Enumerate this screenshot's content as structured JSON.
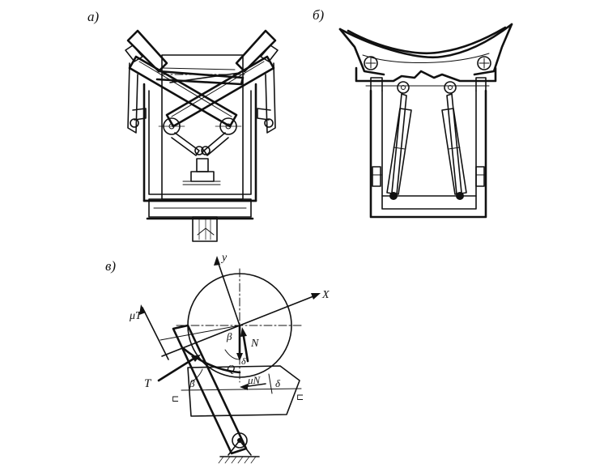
{
  "panels": {
    "a": {
      "label": "а)"
    },
    "b": {
      "label": "б)"
    },
    "c": {
      "label": "в)"
    }
  },
  "force_labels": {
    "y": "y",
    "x": "X",
    "muT": "μT",
    "T": "T",
    "N": "N",
    "Q": "Q",
    "muN": "μN",
    "beta_center": "β",
    "beta_lower": "β",
    "delta_center": "δ",
    "delta_right": "δ"
  },
  "colors": {
    "ink": "#111111",
    "paper": "#ffffff"
  }
}
